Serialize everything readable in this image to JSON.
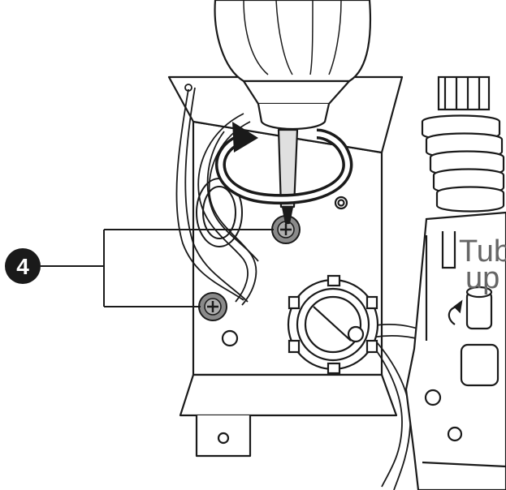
{
  "callout": {
    "number": "4"
  },
  "side_label": {
    "line1": "Tub",
    "line2": "up"
  },
  "colors": {
    "line": "#1a1a1a",
    "screw_head": "#8a8a8a",
    "fill": "#ffffff",
    "label_gray": "#666666"
  },
  "icons": {
    "rotation": "rotate-clockwise-arrow-icon",
    "screw": "phillips-screw-icon"
  }
}
